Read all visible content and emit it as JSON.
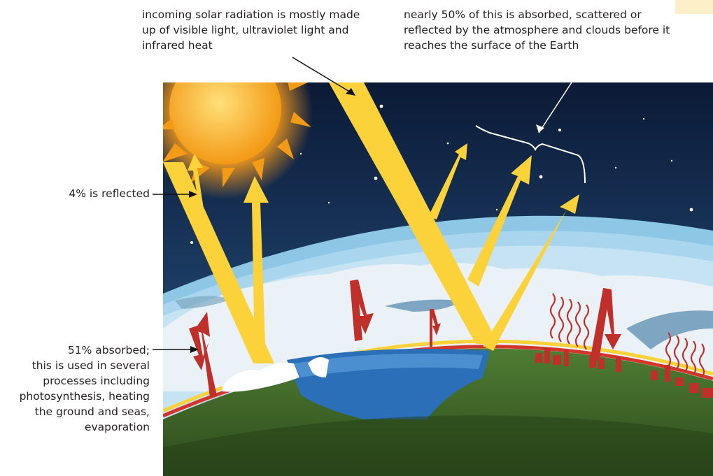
{
  "annotations": {
    "incoming": "incoming solar radiation is mostly made up of visible light, ultraviolet light and infrared heat",
    "atmosphere": "nearly 50% of this is absorbed, scattered or reflected by the atmosphere and clouds before it reaches the surface of the Earth",
    "reflected": "4% is reflected",
    "absorbed_line1": "51% absorbed;",
    "absorbed_rest": "this is used in several processes including photosynthesis, heating the ground and seas, evaporation"
  },
  "colors": {
    "sky_top": "#0d1f3d",
    "sky_bottom": "#2a5a86",
    "sun": "#f7a81b",
    "solar_beam": "#fcd23a",
    "heat_arrow": "#c0302a",
    "atmosphere_band": "#9fd3ec",
    "cloud": "#e8f1f6",
    "ocean": "#2a6fb8",
    "land": "#3c6b2f",
    "surface_line": "#d4352b"
  }
}
